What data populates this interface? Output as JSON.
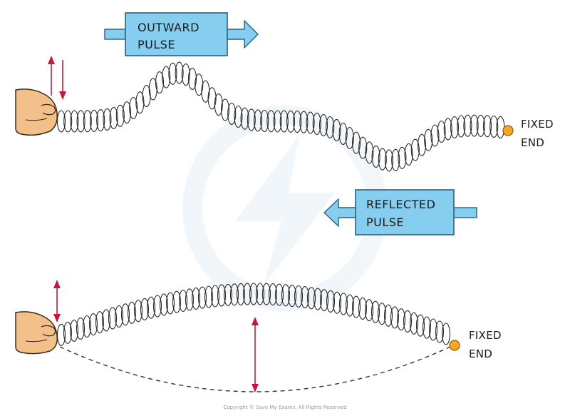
{
  "top_diagram": {
    "outward_label_line1": "OUTWARD",
    "outward_label_line2": "PULSE",
    "fixed_end_line1": "FIXED",
    "fixed_end_line2": "END"
  },
  "middle": {
    "reflected_label_line1": "REFLECTED",
    "reflected_label_line2": "PULSE"
  },
  "bottom_diagram": {
    "fixed_end_line1": "FIXED",
    "fixed_end_line2": "END"
  },
  "footer": {
    "copyright": "Copyright © Save My Exams. All Rights Reserved"
  },
  "colors": {
    "hand_fill": "#f4c089",
    "hand_stroke": "#3a2a1e",
    "arrow_red": "#c8193c",
    "box_blue": "#86cef0",
    "box_stroke": "#2b5f80",
    "fixed_dot": "#f5a623",
    "coil": "#2a2a2a"
  }
}
